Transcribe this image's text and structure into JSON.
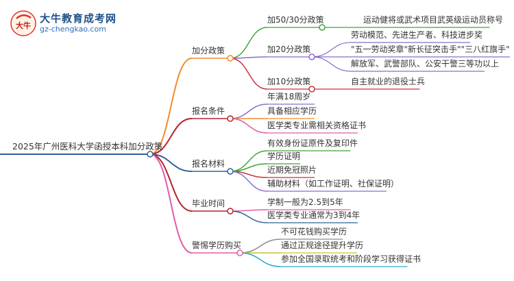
{
  "brand": {
    "name": "大牛教育成考网",
    "url": "gz-chengkao.com",
    "logo_text": "大牛"
  },
  "mindmap": {
    "root": "2025年广州医科大学函授本科加分政策",
    "branches": [
      {
        "label": "加分政策",
        "color": "#f08c2a",
        "children": [
          {
            "label": "加50/30分政策",
            "color": "#3fa534",
            "children": [
              "运动健将或武术项目武英级运动员称号"
            ]
          },
          {
            "label": "加20分政策",
            "color": "#8a6cc9",
            "children": [
              "劳动模范、先进生产者、科技进步奖",
              "\"五一劳动奖章\"新长征突击手\"\"三八红旗手\"",
              "解放军、武警部队、公安干警三等功以上"
            ]
          },
          {
            "label": "加10分政策",
            "color": "#c7323a",
            "children": [
              "自主就业的退役士兵"
            ]
          }
        ]
      },
      {
        "label": "报名条件",
        "color": "#b5222c",
        "children": [
          {
            "label": "年满18周岁",
            "color": "#8a6cc9"
          },
          {
            "label": "具备相应学历",
            "color": "#f08c2a"
          },
          {
            "label": "医学类专业需相关资格证书",
            "color": "#e25aa6"
          }
        ]
      },
      {
        "label": "报名材料",
        "color": "#2f5f9a",
        "children": [
          {
            "label": "有效身份证原件及复印件",
            "color": "#3fa534"
          },
          {
            "label": "学历证明",
            "color": "#3fa534"
          },
          {
            "label": "近期免冠照片",
            "color": "#c7323a"
          },
          {
            "label": "辅助材料（如工作证明、社保证明）",
            "color": "#8a6cc9"
          }
        ]
      },
      {
        "label": "毕业时间",
        "color": "#b5222c",
        "children": [
          {
            "label": "学制一般为2.5到5年",
            "color": "#e25aa6"
          },
          {
            "label": "医学类专业通常为3到4年",
            "color": "#2f5f9a"
          }
        ]
      },
      {
        "label": "警惕学历购买",
        "color": "#e25aa6",
        "children": [
          {
            "label": "不可花钱购买学历",
            "color": "#8c8c8c"
          },
          {
            "label": "通过正规途径提升学历",
            "color": "#c9c42a"
          },
          {
            "label": "参加全国录取统考和阶段学习获得证书",
            "color": "#29a9c9"
          }
        ]
      }
    ]
  }
}
